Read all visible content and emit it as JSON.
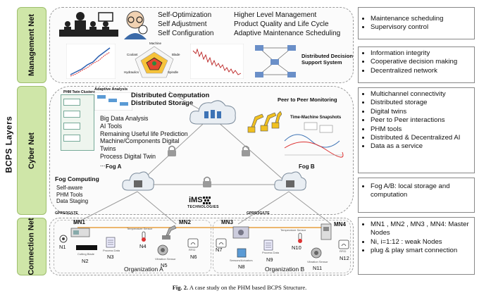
{
  "title": "BCPS Layers",
  "layers": [
    {
      "label": "Management Net"
    },
    {
      "label": "Cyber Net"
    },
    {
      "label": "Connection Net"
    }
  ],
  "management": {
    "list1": [
      "Self-Optimization",
      "Self Adjustment",
      "Self Configuration"
    ],
    "list2": [
      "Higher Level Management",
      "Product Quality and Life Cycle",
      "Adaptive Maintenance Scheduling"
    ],
    "dds": [
      "Distributed Decision",
      "Support System"
    ],
    "radar_labels": [
      "Machine",
      "Blade",
      "Coolant",
      "Hydraulics",
      "Spindle"
    ]
  },
  "cyber": {
    "phm_clusters": "PHM Twin Clusters",
    "adaptive": "Adaptive Analysis",
    "dist": [
      "Distributed Computation",
      "Distributed Storage"
    ],
    "analysis": [
      "Big Data Analysis",
      "AI Tools",
      "Remaining Useful life Prediction",
      "Machine/Components Digital",
      "Twins",
      "Process Digital Twin",
      "..."
    ],
    "p2p": "Peer to Peer Monitoring",
    "snapshots": "Time-Machine Snapshots",
    "fog_computing": "Fog Computing",
    "fog_list": [
      "Self-aware",
      "PHM Tools",
      "Data Staging"
    ],
    "fog_a": "Fog A",
    "fog_b": "Fog B",
    "ims": "iMS",
    "ims_sub": "TECHNOLOGIES"
  },
  "connection": {
    "gprs": "GPRS/3G/LTE",
    "master_nodes": [
      "MN1",
      "MN2",
      "MN3",
      "MN4"
    ],
    "nodes": [
      "N1",
      "N2",
      "N3",
      "N4",
      "N5",
      "N6",
      "N7",
      "N8",
      "N9",
      "N10",
      "N11",
      "N12"
    ],
    "small_labels": [
      "Cutting Blade",
      "Process Data",
      "Temperature Sensor",
      "Vibration Sensor",
      "RFID",
      "Sensors/Actuators",
      "Process Data",
      "Temperature Sensor",
      "Vibration Sensor",
      "RFID"
    ],
    "org_a": "Organization A",
    "org_b": "Organization B"
  },
  "right_boxes": [
    [
      "Maintenance scheduling",
      "Supervisory control"
    ],
    [
      "Information integrity",
      "Cooperative decision making",
      "Decentralized network"
    ],
    [
      "Multichannel connectivity",
      "Distributed storage",
      "Digital twins",
      "Peer to Peer interactions",
      "PHM tools",
      "Distributed & Decentralized AI",
      "Data as a service"
    ],
    [
      "Fog A/B: local storage and computation"
    ],
    [
      "MN1 , MN2 , MN3 , MN4: Master Nodes",
      "Ni, i=1:12 : weak Nodes",
      "plug & play smart connection"
    ]
  ],
  "caption": {
    "label": "Fig. 2.",
    "text": "A case study on the PHM based BCPS Structure."
  },
  "colors": {
    "layer_tab": "#cfe6a8",
    "panel_border": "#9a9a9a",
    "cloud": "#e9eef3",
    "link_line": "#9a9a9a",
    "accent_orange": "#e8a040"
  }
}
